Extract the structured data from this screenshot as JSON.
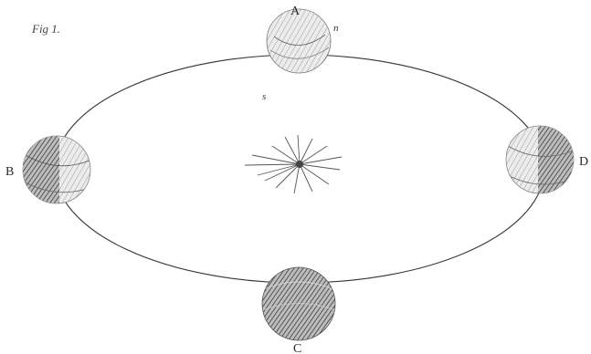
{
  "figure": {
    "caption": "Fig 1.",
    "labels": {
      "A": "A",
      "B": "B",
      "C": "C",
      "D": "D",
      "n": "n",
      "s": "s"
    }
  },
  "colors": {
    "ink": "#2a2a2a",
    "shade": "#5a5a5a",
    "paper": "#ffffff"
  }
}
